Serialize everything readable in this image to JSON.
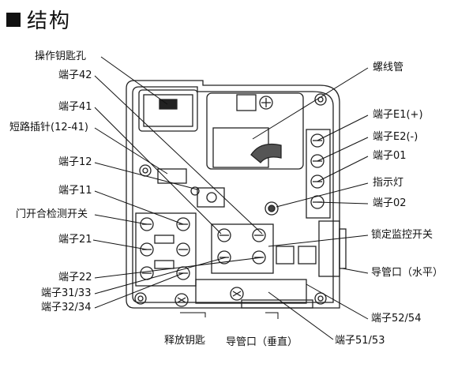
{
  "title": "结构",
  "labels": {
    "key_hole": "操作钥匙孔",
    "t42": "端子42",
    "t41": "端子41",
    "short_pin": "短路插针(12-41)",
    "t12": "端子12",
    "t11": "端子11",
    "door_switch": "门开合检测开关",
    "t21": "端子21",
    "t22": "端子22",
    "t3133": "端子31/33",
    "t3234": "端子32/34",
    "solenoid": "螺线管",
    "te1": "端子E1(+)",
    "te2": "端子E2(-)",
    "t01": "端子01",
    "indicator": "指示灯",
    "t02": "端子02",
    "lock_switch": "锁定监控开关",
    "conduit_h": "导管口（水平）",
    "t5254": "端子52/54",
    "t5153": "端子51/53",
    "release_key": "释放钥匙",
    "conduit_v": "导管口（垂直）"
  }
}
